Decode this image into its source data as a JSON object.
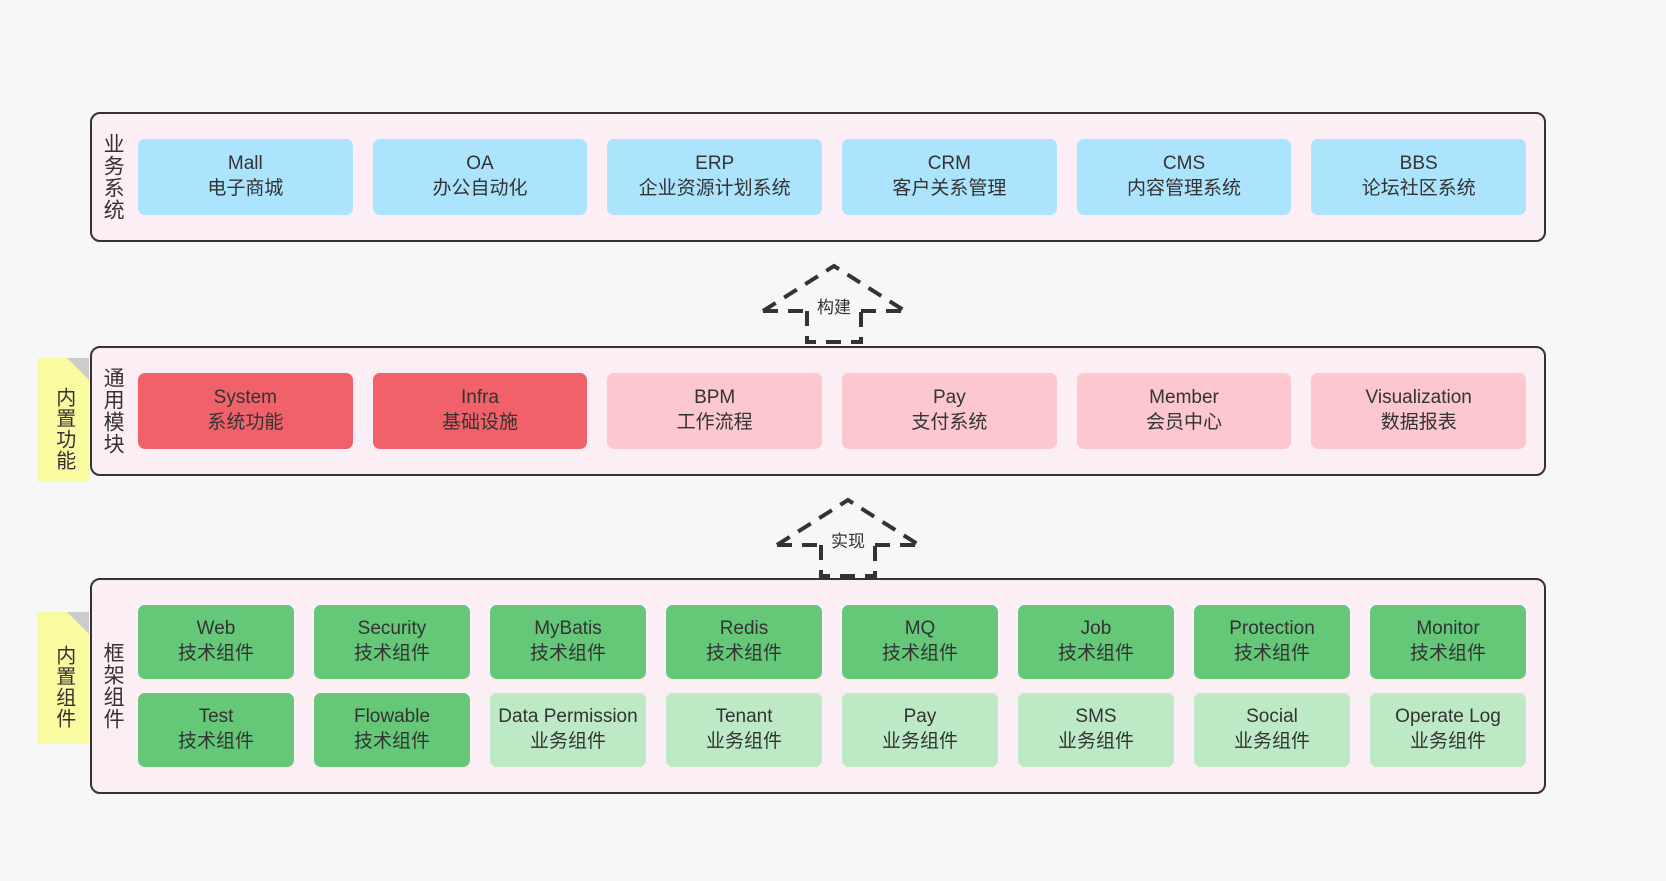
{
  "diagram": {
    "background_color": "#f7f7f7",
    "layer_fill": "#fbeef5",
    "layer_border": "#333333",
    "sticky_color": "#fafaa0",
    "colors": {
      "blue": "#ace3fd",
      "red": "#f1616a",
      "pink": "#fcc7ce",
      "green": "#64c878",
      "light_green": "#bee9c5"
    }
  },
  "layers": [
    {
      "id": "business-systems",
      "title": "业务系统",
      "rows": [
        {
          "cards": [
            {
              "en": "Mall",
              "cn": "电子商城",
              "color": "blue"
            },
            {
              "en": "OA",
              "cn": "办公自动化",
              "color": "blue"
            },
            {
              "en": "ERP",
              "cn": "企业资源计划系统",
              "color": "blue"
            },
            {
              "en": "CRM",
              "cn": "客户关系管理",
              "color": "blue"
            },
            {
              "en": "CMS",
              "cn": "内容管理系统",
              "color": "blue"
            },
            {
              "en": "BBS",
              "cn": "论坛社区系统",
              "color": "blue"
            }
          ]
        }
      ]
    },
    {
      "id": "common-modules",
      "title": "通用模块",
      "sticky": "内置功能",
      "rows": [
        {
          "cards": [
            {
              "en": "System",
              "cn": "系统功能",
              "color": "red"
            },
            {
              "en": "Infra",
              "cn": "基础设施",
              "color": "red"
            },
            {
              "en": "BPM",
              "cn": "工作流程",
              "color": "pink"
            },
            {
              "en": "Pay",
              "cn": "支付系统",
              "color": "pink"
            },
            {
              "en": "Member",
              "cn": "会员中心",
              "color": "pink"
            },
            {
              "en": "Visualization",
              "cn": "数据报表",
              "color": "pink"
            }
          ]
        }
      ]
    },
    {
      "id": "framework-components",
      "title": "框架组件",
      "sticky": "内置组件",
      "rows": [
        {
          "cards": [
            {
              "en": "Web",
              "cn": "技术组件",
              "color": "green"
            },
            {
              "en": "Security",
              "cn": "技术组件",
              "color": "green"
            },
            {
              "en": "MyBatis",
              "cn": "技术组件",
              "color": "green"
            },
            {
              "en": "Redis",
              "cn": "技术组件",
              "color": "green"
            },
            {
              "en": "MQ",
              "cn": "技术组件",
              "color": "green"
            },
            {
              "en": "Job",
              "cn": "技术组件",
              "color": "green"
            },
            {
              "en": "Protection",
              "cn": "技术组件",
              "color": "green"
            },
            {
              "en": "Monitor",
              "cn": "技术组件",
              "color": "green"
            }
          ]
        },
        {
          "cards": [
            {
              "en": "Test",
              "cn": "技术组件",
              "color": "green"
            },
            {
              "en": "Flowable",
              "cn": "技术组件",
              "color": "green"
            },
            {
              "en": "Data Permission",
              "cn": "业务组件",
              "color": "light_green"
            },
            {
              "en": "Tenant",
              "cn": "业务组件",
              "color": "light_green"
            },
            {
              "en": "Pay",
              "cn": "业务组件",
              "color": "light_green"
            },
            {
              "en": "SMS",
              "cn": "业务组件",
              "color": "light_green"
            },
            {
              "en": "Social",
              "cn": "业务组件",
              "color": "light_green"
            },
            {
              "en": "Operate Log",
              "cn": "业务组件",
              "color": "light_green"
            }
          ]
        }
      ]
    }
  ],
  "connectors": [
    {
      "id": "build",
      "label": "构建"
    },
    {
      "id": "implement",
      "label": "实现"
    }
  ]
}
